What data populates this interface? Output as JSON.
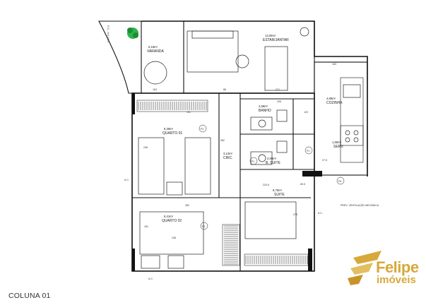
{
  "caption": "COLUNA 01",
  "brand": {
    "name": "Felipe",
    "sub": "imóveis",
    "color": "#d6a93a"
  },
  "rooms": {
    "varanda": {
      "name": "VARANDA",
      "area": "6,18m²"
    },
    "estar": {
      "name": "ESTAR/JANTAR",
      "area": "13,09m²"
    },
    "cozinha": {
      "name": "COZINHA",
      "area": "4,89m²"
    },
    "banho": {
      "name": "BANHO",
      "area": "2,89m²"
    },
    "quarto1": {
      "name": "QUARTO 01",
      "area": "8,39m²"
    },
    "circ": {
      "name": "CIRC.",
      "area": "3,12m²"
    },
    "bsuite": {
      "name": "B. SUITE",
      "area": "2,89m²"
    },
    "suite": {
      "name": "SUITE",
      "area": "8,76m²"
    },
    "quarto2": {
      "name": "QUARTO 02",
      "area": "8,41m²"
    },
    "serv": {
      "name": "SERV.",
      "area": "1,85m²"
    }
  },
  "annotations": {
    "gc": "G.C.- h=1,10m",
    "ventilacao": "PREV. VENTILAÇÃO MECÂNICA",
    "ac1": "A.C.",
    "ac2": "A.C.",
    "ac3": "A.C."
  },
  "dims": {
    "d1": "163",
    "d2": "86",
    "d3": "271",
    "d4": "205",
    "d5": "163",
    "d6": "282",
    "d7": "246",
    "d8": "382",
    "d9": "246",
    "d10": "278",
    "d11": "224.5",
    "d12": "83.5",
    "d13": "161",
    "d14": "191",
    "d15": "120",
    "d16": "27,5"
  },
  "tags": {
    "p1": "P2",
    "p2": "P2",
    "p3": "P1",
    "p4": "P1",
    "p5": "P4"
  }
}
